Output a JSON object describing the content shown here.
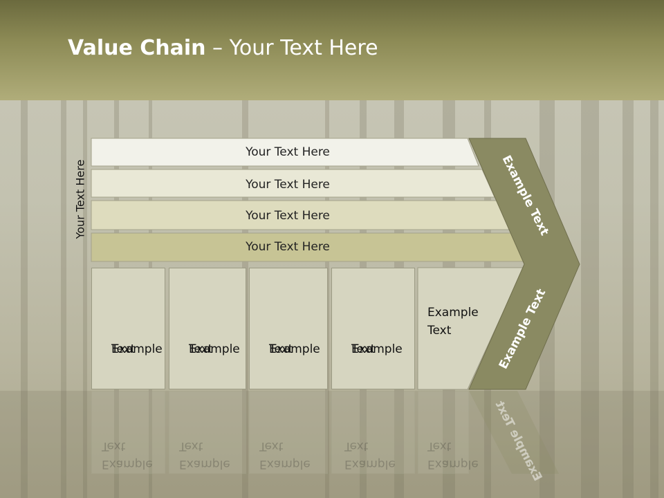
{
  "slide": {
    "title_bold": "Value Chain",
    "title_rest": " – Your Text Here",
    "side_label": "Your Text Here"
  },
  "bars": [
    {
      "label": "Your Text Here",
      "color": "#f2f2ea"
    },
    {
      "label": "Your Text Here",
      "color": "#e9e8d6"
    },
    {
      "label": "Your Text Here",
      "color": "#dedcbe"
    },
    {
      "label": "Your Text Here",
      "color": "#c7c495"
    }
  ],
  "columns": [
    {
      "line1": "Example",
      "line2": "Text"
    },
    {
      "line1": "Example",
      "line2": "Text"
    },
    {
      "line1": "Example",
      "line2": "Text"
    },
    {
      "line1": "Example",
      "line2": "Text"
    },
    {
      "line1": "Example",
      "line2": "Text"
    }
  ],
  "chevron": {
    "upper_label": "Example Text",
    "lower_label": "Example Text",
    "color": "#8a8a62"
  }
}
